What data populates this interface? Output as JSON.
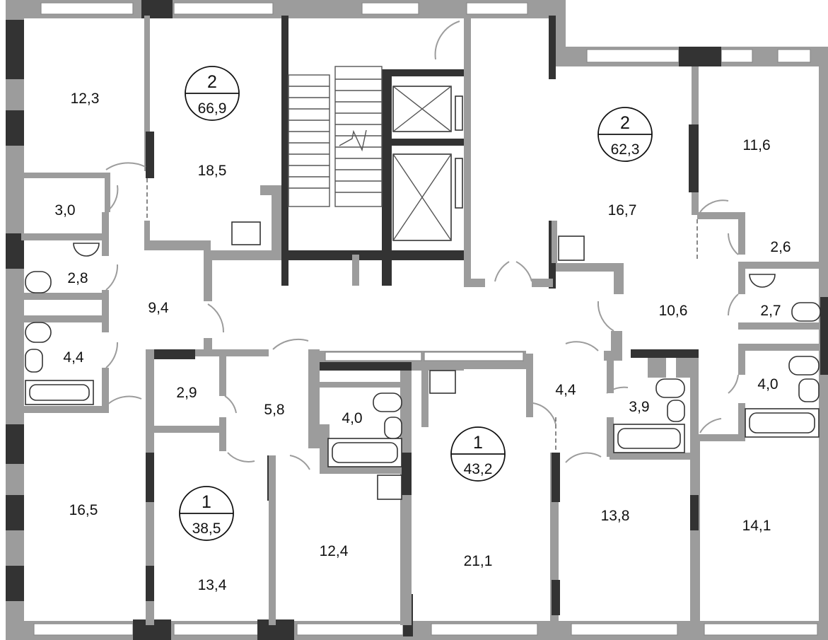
{
  "rooms": {
    "r1": "12,3",
    "r2": "18,5",
    "r3": "3,0",
    "r4": "2,8",
    "r5": "9,4",
    "r6": "4,4",
    "r7": "16,5",
    "r8": "2,9",
    "r9": "5,8",
    "r10": "4,0",
    "r11": "13,4",
    "r12": "12,4",
    "r13": "21,1",
    "r14": "4,4",
    "r15": "3,9",
    "r16": "16,7",
    "r17": "11,6",
    "r18": "2,6",
    "r19": "2,7",
    "r20": "10,6",
    "r21": "4,0",
    "r22": "13,8",
    "r23": "14,1"
  },
  "apartments": {
    "a1": {
      "rooms": "2",
      "area": "66,9"
    },
    "a2": {
      "rooms": "2",
      "area": "62,3"
    },
    "a3": {
      "rooms": "1",
      "area": "38,5"
    },
    "a4": {
      "rooms": "1",
      "area": "43,2"
    }
  }
}
